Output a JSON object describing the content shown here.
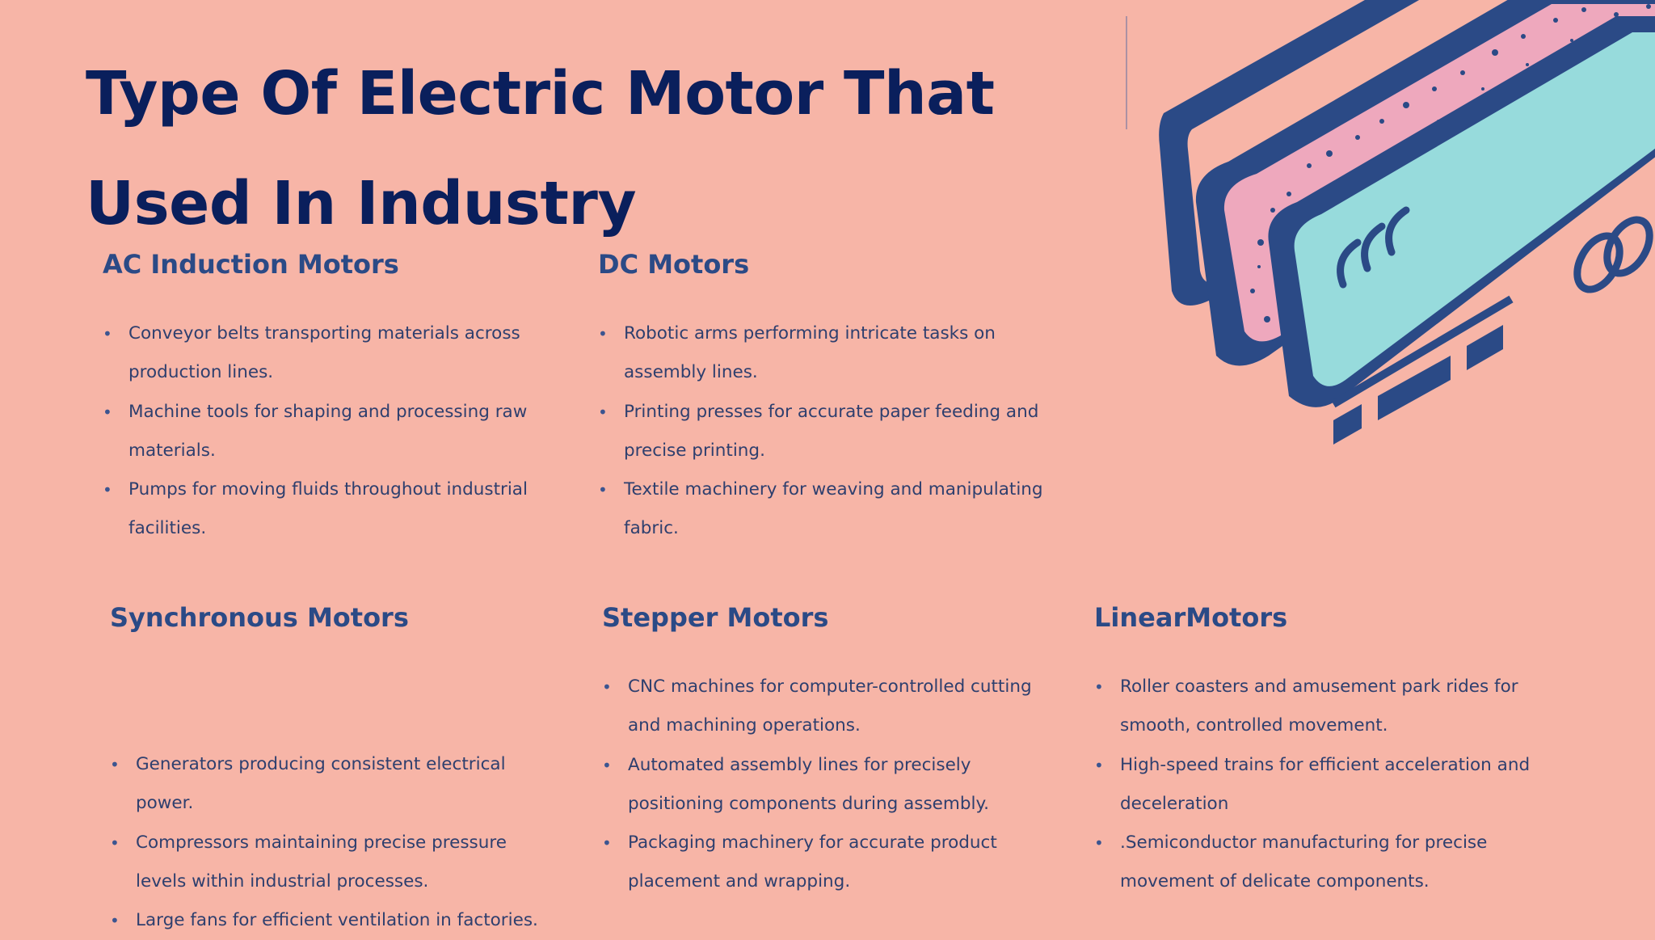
{
  "title": {
    "line1": "Type Of Electric Motor That",
    "line2": "Used In Industry"
  },
  "sections": {
    "ac": {
      "heading": "AC Induction Motors",
      "items": [
        "Conveyor belts transporting materials across production lines.",
        "Machine tools for shaping and processing raw materials.",
        "Pumps for moving fluids throughout industrial facilities."
      ]
    },
    "dc": {
      "heading": "DC Motors",
      "items": [
        "Robotic arms performing intricate tasks on assembly lines.",
        "Printing presses for accurate paper feeding and precise printing.",
        "Textile machinery for weaving and manipulating fabric."
      ]
    },
    "sync": {
      "heading": "Synchronous Motors",
      "items": [
        "Generators producing consistent electrical power.",
        "Compressors maintaining precise pressure levels within industrial processes.",
        "Large fans for efficient ventilation in factories."
      ]
    },
    "stepper": {
      "heading": "Stepper Motors",
      "items": [
        "CNC machines for computer-controlled cutting and machining operations.",
        "Automated assembly lines for precisely positioning components during assembly.",
        "Packaging machinery for accurate product placement and wrapping."
      ]
    },
    "linear": {
      "heading": "LinearMotors",
      "items": [
        "Roller coasters and amusement park rides for smooth, controlled movement.",
        "High-speed trains for efficient acceleration and deceleration",
        ".Semiconductor manufacturing for precise movement of delicate components."
      ]
    }
  },
  "illustration": {
    "card_front_text": "CCC",
    "colors": {
      "navy": "#2b4a86",
      "pink": "#eea8bd",
      "teal": "#97dbdc",
      "background": "#f7b5a7",
      "title": "#0a1f5c"
    }
  }
}
